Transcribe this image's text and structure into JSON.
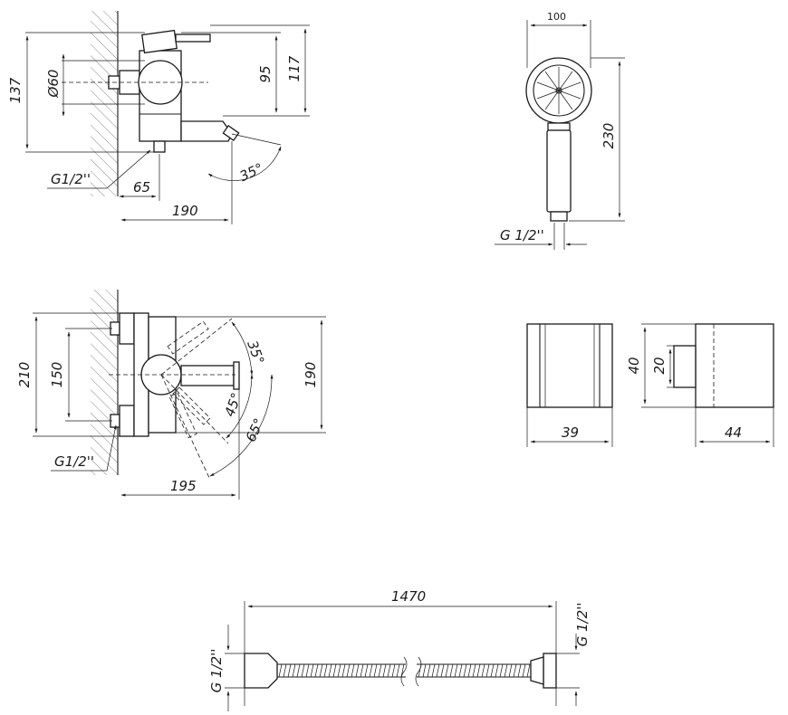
{
  "side_view": {
    "height_total": "137",
    "diameter": "Ø60",
    "height_upper": "95",
    "height_top": "117",
    "thread": "G1/2''",
    "offset": "65",
    "length": "190",
    "angle": "35°"
  },
  "hand_shower": {
    "width": "100",
    "length": "230",
    "thread": "G 1/2''"
  },
  "top_view": {
    "width_total": "210",
    "spacing": "150",
    "depth": "190",
    "thread": "G1/2''",
    "length": "195",
    "angle_a": "35°",
    "angle_b": "45°",
    "angle_c": "65°"
  },
  "holder_front": {
    "width": "39"
  },
  "holder_side": {
    "height": "40",
    "inner": "20",
    "depth": "44"
  },
  "hose": {
    "length": "1470",
    "thread_left": "G 1/2''",
    "thread_right": "G 1/2''"
  }
}
